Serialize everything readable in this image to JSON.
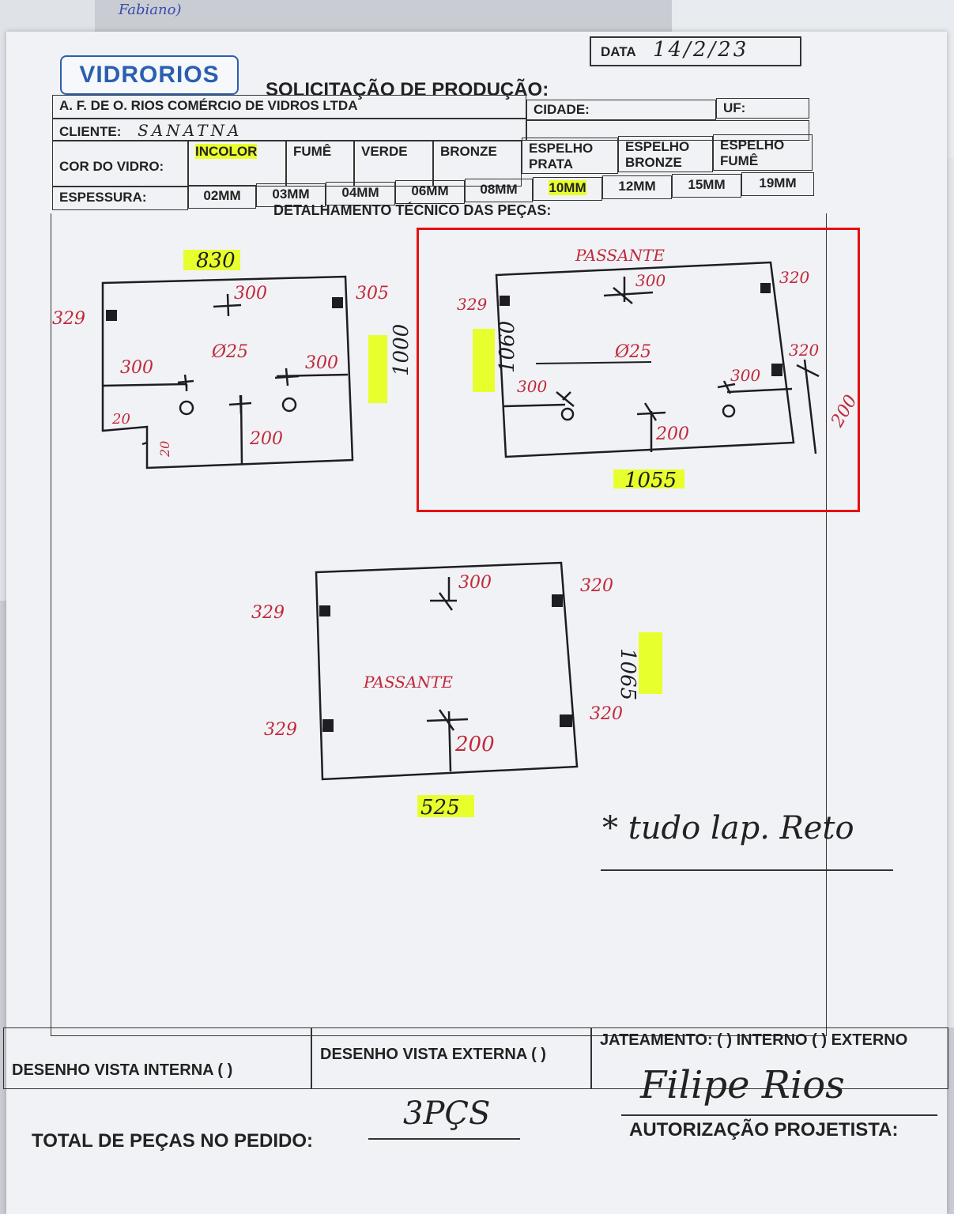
{
  "top_note": "Fabiano)",
  "header": {
    "logo": "VIDRORIOS",
    "date_label": "DATA",
    "date_value": "14/2/23",
    "title": "SOLICITAÇÃO DE PRODUÇÃO:"
  },
  "form": {
    "company": "A. F. DE O. RIOS COMÉRCIO DE VIDROS LTDA",
    "cidade_label": "CIDADE:",
    "uf_label": "UF:",
    "cliente_label": "CLIENTE:",
    "cliente_value": "SANATNA",
    "cor_label": "COR DO VIDRO:",
    "cores": [
      "INCOLOR",
      "FUMÊ",
      "VERDE",
      "BRONZE",
      "ESPELHO PRATA",
      "ESPELHO BRONZE",
      "ESPELHO FUMÊ"
    ],
    "cor_selected": "INCOLOR",
    "espessura_label": "ESPESSURA:",
    "espessuras": [
      "02MM",
      "03MM",
      "04MM",
      "06MM",
      "08MM",
      "10MM",
      "12MM",
      "15MM",
      "19MM"
    ],
    "espessura_selected": "10MM"
  },
  "tech_title": "DETALHAMENTO TÉCNICO DAS PEÇAS:",
  "pieces": [
    {
      "width": "830",
      "height": "1000",
      "labels": [
        "329",
        "305",
        "300",
        "Ø25",
        "300",
        "300",
        "20",
        "20",
        "200"
      ]
    },
    {
      "title": "PASSANTE",
      "width": "1055",
      "height": "1060",
      "labels": [
        "329",
        "320",
        "300",
        "Ø25",
        "320",
        "300",
        "300",
        "200",
        "200"
      ]
    },
    {
      "title": "PASSANTE",
      "width": "525",
      "height": "1065",
      "labels": [
        "329",
        "300",
        "320",
        "329",
        "320",
        "200"
      ]
    }
  ],
  "note": "* tudo lap. Reto",
  "bottom": {
    "interna": "DESENHO VISTA INTERNA ( )",
    "externa": "DESENHO VISTA EXTERNA ( )",
    "jateamento": "JATEAMENTO: ( ) INTERNO ( ) EXTERNO",
    "total_label": "TOTAL DE PEÇAS NO PEDIDO:",
    "total_value": "3PÇS",
    "signature": "Filipe Rios",
    "autorizacao": "AUTORIZAÇÃO PROJETISTA:"
  }
}
